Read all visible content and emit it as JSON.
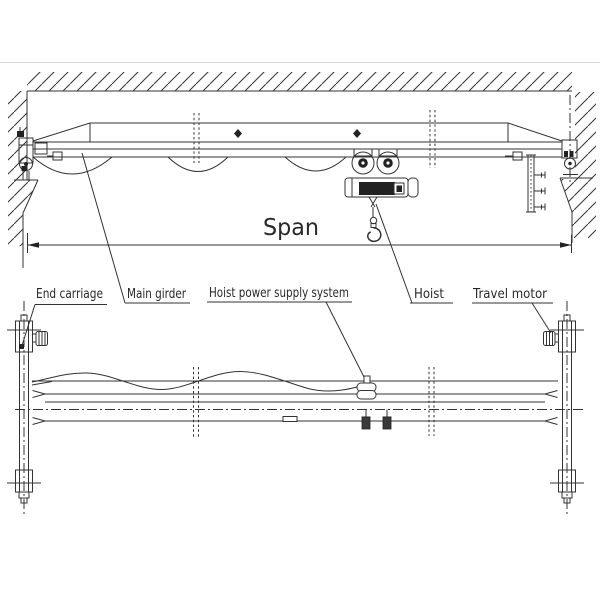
{
  "labels": {
    "span": "Span",
    "end_carriage": "End carriage",
    "main_girder": "Main girder",
    "hoist_power_supply": "Hoist power supply system",
    "hoist": "Hoist",
    "travel_motor": "Travel motor"
  },
  "colors": {
    "line": "#333333",
    "background": "#ffffff",
    "dark_fill": "#222222"
  }
}
